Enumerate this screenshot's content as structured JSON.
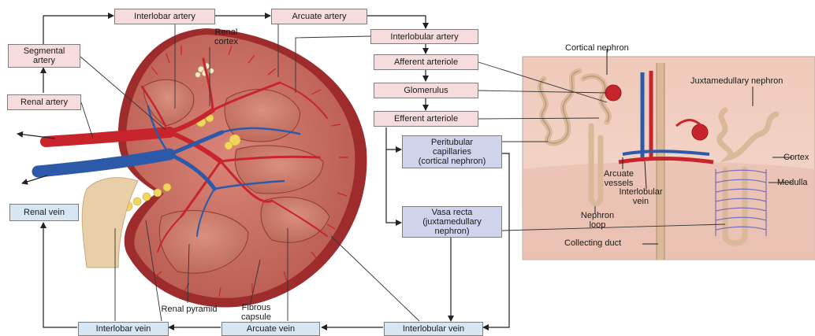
{
  "boxes": {
    "interlobar_artery": "Interlobar artery",
    "arcuate_artery": "Arcuate artery",
    "interlobular_artery": "Interlobular artery",
    "segmental_artery": "Segmental\nartery",
    "afferent_arteriole": "Afferent arteriole",
    "glomerulus": "Glomerulus",
    "efferent_arteriole": "Efferent arteriole",
    "renal_artery": "Renal artery",
    "peritubular": "Peritubular\ncapillaries\n(cortical nephron)",
    "vasa_recta": "Vasa recta\n(juxtamedullary\nnephron)",
    "renal_vein": "Renal vein",
    "interlobar_vein": "Interlobar vein",
    "arcuate_vein": "Arcuate vein",
    "interlobular_vein": "Interlobular vein"
  },
  "labels": {
    "renal_cortex": "Renal\ncortex",
    "renal_pyramid": "Renal pyramid",
    "fibrous_capsule": "Fibrous\ncapsule",
    "cortical_nephron": "Cortical nephron",
    "juxtamedullary_nephron": "Juxtamedullary nephron",
    "cortex": "Cortex",
    "medulla": "Medulla",
    "arcuate_vessels": "Arcuate\nvessels",
    "interlobular_vein_label": "Interlobular\nvein",
    "nephron_loop": "Nephron\nloop",
    "collecting_duct": "Collecting duct"
  },
  "colors": {
    "artery_box": "#f6dcdd",
    "vein_box": "#d7e6f3",
    "capillary_box": "#cfd3ec",
    "artery_red": "#c8242c",
    "vein_blue": "#2c5aa8",
    "kidney_tissue": "#c46a5e",
    "capsule": "#9e2c2c",
    "fat_yellow": "#f1d65e"
  }
}
